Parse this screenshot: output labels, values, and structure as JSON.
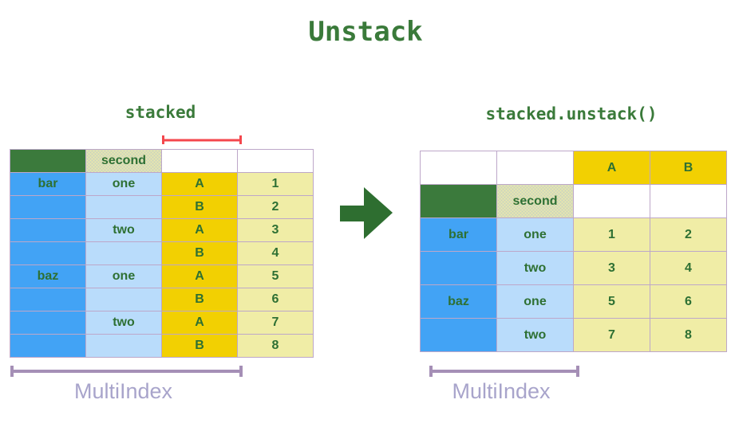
{
  "title": "Unstack",
  "left": {
    "label": "stacked",
    "header": [
      "",
      "second",
      "",
      ""
    ],
    "rows": [
      [
        "bar",
        "one",
        "A",
        "1"
      ],
      [
        "",
        "",
        "B",
        "2"
      ],
      [
        "",
        "two",
        "A",
        "3"
      ],
      [
        "",
        "",
        "B",
        "4"
      ],
      [
        "baz",
        "one",
        "A",
        "5"
      ],
      [
        "",
        "",
        "B",
        "6"
      ],
      [
        "",
        "two",
        "A",
        "7"
      ],
      [
        "",
        "",
        "B",
        "8"
      ]
    ],
    "multiindex_label": "MultiIndex"
  },
  "right": {
    "label": "stacked.unstack()",
    "column_header": [
      "",
      "",
      "A",
      "B"
    ],
    "index_header": [
      "",
      "second",
      "",
      ""
    ],
    "rows": [
      [
        "bar",
        "one",
        "1",
        "2"
      ],
      [
        "",
        "two",
        "3",
        "4"
      ],
      [
        "baz",
        "one",
        "5",
        "6"
      ],
      [
        "",
        "two",
        "7",
        "8"
      ]
    ],
    "multiindex_label": "MultiIndex"
  },
  "colors": {
    "title_green": "#3a7a3a",
    "cell_text_green": "#2e7033",
    "dark_green_cell": "#3b7a3c",
    "arrow_green": "#2e6e30",
    "blue": "#42a3f5",
    "light_blue": "#b9dcfb",
    "gold": "#f2d002",
    "pale_yellow": "#f0eda6",
    "table_border": "#bda7c9",
    "red_bracket": "#f4474d",
    "purple_bracket": "#a58fb6",
    "multiindex_text": "#a8a4cb"
  }
}
